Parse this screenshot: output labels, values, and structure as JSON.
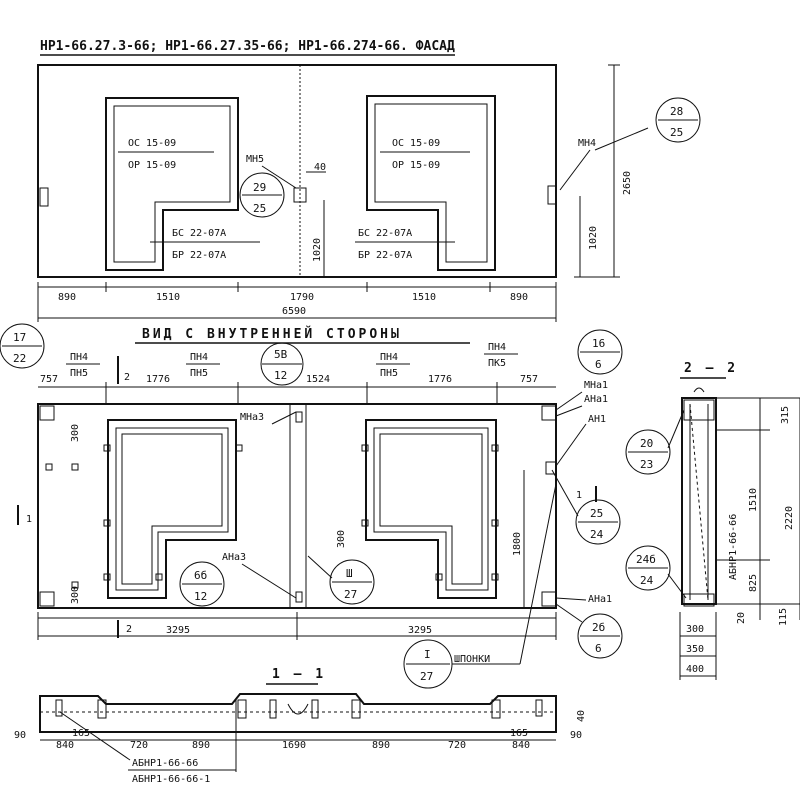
{
  "facade": {
    "title": "НР1-66.27.3-66; НР1-66.27.35-66; НР1-66.274-66. ФАСАД",
    "left_opening": {
      "top_label": "ОС 15-09",
      "bottom_label": "ОР 15-09"
    },
    "right_opening": {
      "top_label": "ОС 15-09",
      "bottom_label": "ОР 15-09"
    },
    "left_door": {
      "top_label": "БС 22-07А",
      "bottom_label": "БР 22-07А"
    },
    "right_door": {
      "top_label": "БС 22-07А",
      "bottom_label": "БР 22-07А"
    },
    "mn5_label": "МН5",
    "mn4_label": "МН4",
    "callout_29_25": {
      "top": "29",
      "bottom": "25"
    },
    "callout_28_25": {
      "top": "28",
      "bottom": "25"
    },
    "dim_40": "40",
    "dim_1020_mid": "1020",
    "dim_1020_right": "1020",
    "dim_2650": "2650",
    "dims_bottom": [
      "890",
      "1510",
      "1790",
      "1510",
      "890"
    ],
    "dim_total": "6590"
  },
  "inner_view": {
    "title": "ВИД С ВНУТРЕННЕЙ СТОРОНЫ",
    "callout_17_22": {
      "top": "17",
      "bottom": "22"
    },
    "callout_5v_12": {
      "top": "5В",
      "bottom": "12"
    },
    "callout_16_6": {
      "top": "16",
      "bottom": "6"
    },
    "callout_20_23": {
      "top": "20",
      "bottom": "23"
    },
    "callout_25_24": {
      "top": "25",
      "bottom": "24"
    },
    "callout_6b_12": {
      "top": "6б",
      "bottom": "12"
    },
    "callout_3_27": {
      "top": "Ш",
      "bottom": "27"
    },
    "callout_2b_6": {
      "top": "2б",
      "bottom": "6"
    },
    "callout_I_27": {
      "top": "I",
      "bottom": "27"
    },
    "callout_24b_24": {
      "top": "24б",
      "bottom": "24"
    },
    "pn4_pn5_1": {
      "top": "ПН4",
      "bottom": "ПН5"
    },
    "pn4_pn5_2": {
      "top": "ПН4",
      "bottom": "ПН5"
    },
    "pn4_pn5_3": {
      "top": "ПН4",
      "bottom": "ПН5"
    },
    "pn4_pk5": {
      "top": "ПН4",
      "bottom": "ПК5"
    },
    "top_dims": [
      "757",
      "1776",
      "1524",
      "1776",
      "757"
    ],
    "section_2_mark": "2",
    "section_1_mark": "1",
    "mna3_label": "МНа3",
    "ana3_label": "АНа3",
    "mna1_label": "МНа1",
    "ana1_label": "АНа1",
    "an1_label": "АН1",
    "ana1_bottom_label": "АНа1",
    "shponki_label": "ШПОНКИ",
    "dim_300_a": "300",
    "dim_300_b": "300",
    "dim_300_c": "300",
    "dim_1800": "1800",
    "dims_bottom": [
      "3295",
      "3295"
    ]
  },
  "section_2_2": {
    "title": "2 — 2",
    "side_label": "АБНР1-66-66",
    "dims_right": [
      "315",
      "1510",
      "2220",
      "825",
      "115"
    ],
    "dim_20": "20",
    "dims_bottom": [
      "300",
      "350",
      "400"
    ]
  },
  "section_1_1": {
    "title": "1 — 1",
    "dim_90_left": "90",
    "dim_90_right": "90",
    "dim_40": "40",
    "dims_small": [
      "165",
      "165"
    ],
    "dims_bottom": [
      "840",
      "720",
      "890",
      "1690",
      "890",
      "720",
      "840"
    ],
    "label_a": "АБНР1-66-66",
    "label_b": "АБНР1-66-66-1"
  }
}
